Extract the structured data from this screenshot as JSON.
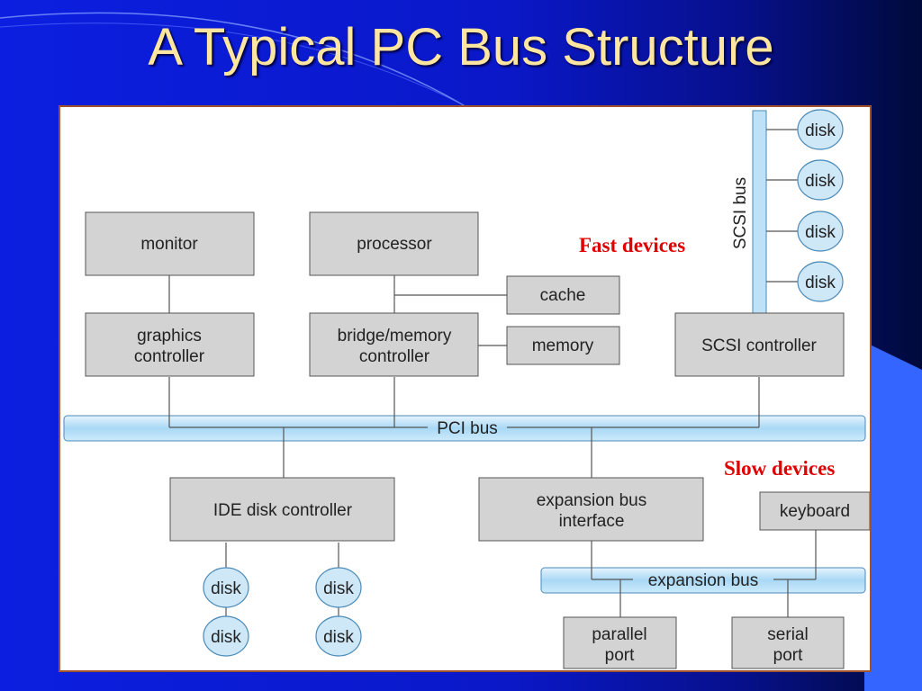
{
  "slide": {
    "title": "A Typical PC Bus Structure"
  },
  "colors": {
    "background": "#0c1fe0",
    "title": "#ffe6a0",
    "box": "#d3d3d3",
    "bus": "#bde2f7",
    "annotation": "#e00000"
  },
  "diagram": {
    "boxes": {
      "monitor": "monitor",
      "processor": "processor",
      "cache": "cache",
      "graphics_controller": [
        "graphics",
        "controller"
      ],
      "bridge_memory_controller": [
        "bridge/memory",
        "controller"
      ],
      "memory": "memory",
      "scsi_controller": "SCSI controller",
      "ide_disk_controller": "IDE disk controller",
      "expansion_bus_interface": [
        "expansion bus",
        "interface"
      ],
      "keyboard": "keyboard",
      "parallel_port": [
        "parallel",
        "port"
      ],
      "serial_port": [
        "serial",
        "port"
      ]
    },
    "buses": {
      "pci": "PCI bus",
      "scsi": "SCSI bus",
      "expansion": "expansion bus"
    },
    "disk_label": "disk",
    "annotations": {
      "fast": "Fast devices",
      "slow": "Slow devices"
    }
  }
}
